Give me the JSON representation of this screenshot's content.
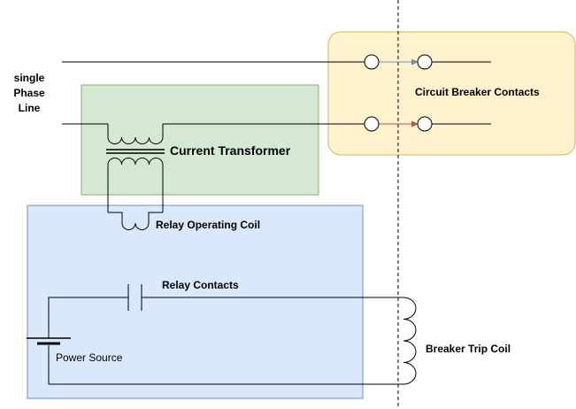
{
  "labels": {
    "phase_line": [
      "single",
      "Phase",
      "Line"
    ],
    "current_transformer": "Current Transformer",
    "circuit_breaker_contacts": "Circuit Breaker Contacts",
    "relay_operating_coil": "Relay Operating Coil",
    "relay_contacts": "Relay Contacts",
    "power_source": "Power Source",
    "breaker_trip_coil": "Breaker Trip Coil"
  },
  "colors": {
    "ct_fill": "#d5e8d4",
    "ct_stroke": "#82b366",
    "relay_fill": "#dae8fc",
    "relay_stroke": "#6c8ebf",
    "breaker_fill": "#fff2cc",
    "breaker_stroke": "#d6b656",
    "top_arrow": "#6c8ebf",
    "bottom_arrow": "#b85450",
    "wire": "#000000"
  }
}
